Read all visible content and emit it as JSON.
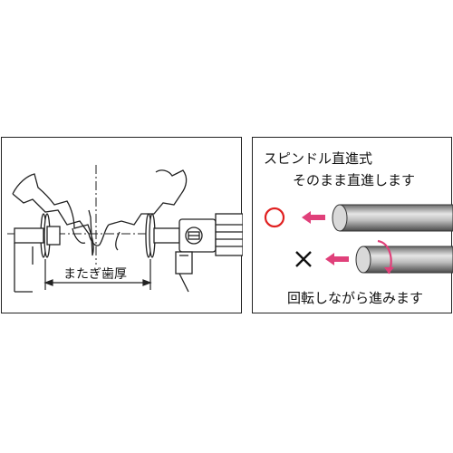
{
  "left": {
    "span_label": "またぎ歯厚"
  },
  "right": {
    "title": "スピンドル直進式",
    "subtitle": "そのまま直進します",
    "ok_mark": "○",
    "ng_mark": "×",
    "bottom_text": "回転しながら進みます"
  },
  "colors": {
    "arrow": "#e0407a",
    "ok_circle": "#e02020",
    "rod_dark": "#555555",
    "rod_light": "#d8d8d8",
    "rotation_arrow": "#e0407a"
  }
}
